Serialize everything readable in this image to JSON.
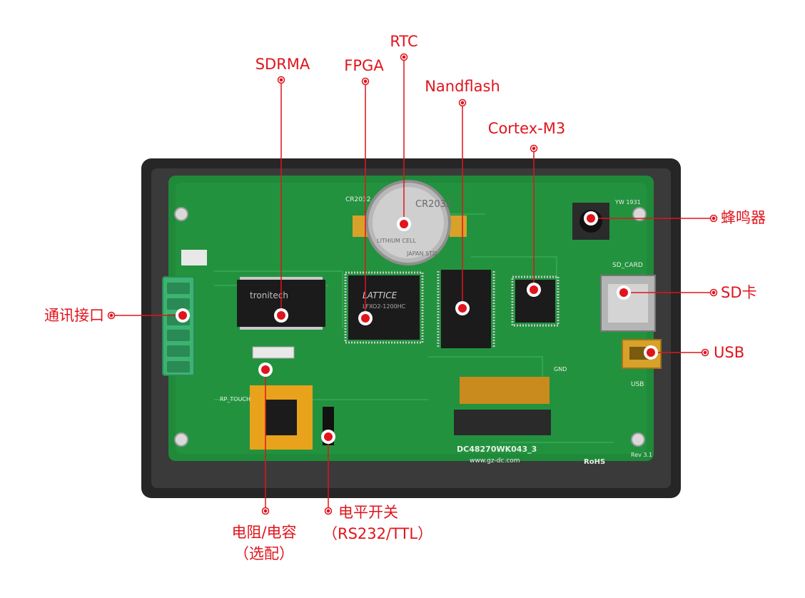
{
  "colors": {
    "annotation": "#e0141c",
    "pcb": "#1f8a3a",
    "pcb_dark": "#146b2b",
    "frame": "#2a2a2a",
    "chip": "#1b1b1b",
    "silk": "#e8efe6",
    "gold": "#d8a12a",
    "connector": "#3cb371",
    "flex": "#e9a21c"
  },
  "annotations": {
    "sdrma": "SDRMA",
    "fpga": "FPGA",
    "rtc": "RTC",
    "nandflash": "Nandflash",
    "cortex": "Cortex-M3",
    "buzzer": "蜂鸣器",
    "sd_card": "SD卡",
    "usb": "USB",
    "comm_port": "通讯接口",
    "resistor_line1": "电阻/电容",
    "resistor_line2": "（选配）",
    "level_switch_line1": "电平开关",
    "level_switch_line2": "（RS232/TTL）"
  },
  "board_markings": {
    "battery_model": "CR2032",
    "battery_maker": "LITHIUM CELL",
    "battery_origin": "JAPAN STD",
    "fpga_brand": "LATTICE",
    "fpga_part": "LFXO2-1200HC",
    "ram_brand": "tronitech",
    "board_model": "DC48270WK043_3",
    "website": "www.gz-dc.com",
    "rohs": "RoHS",
    "revision": "Rev 3.1",
    "sd_silk": "SD_CARD",
    "usb_silk": "USB",
    "cr_silk": "CR2032",
    "gnd_silk": "GND",
    "rp_silk": "RP_TOUCH",
    "yw_silk": "YW 1931"
  }
}
